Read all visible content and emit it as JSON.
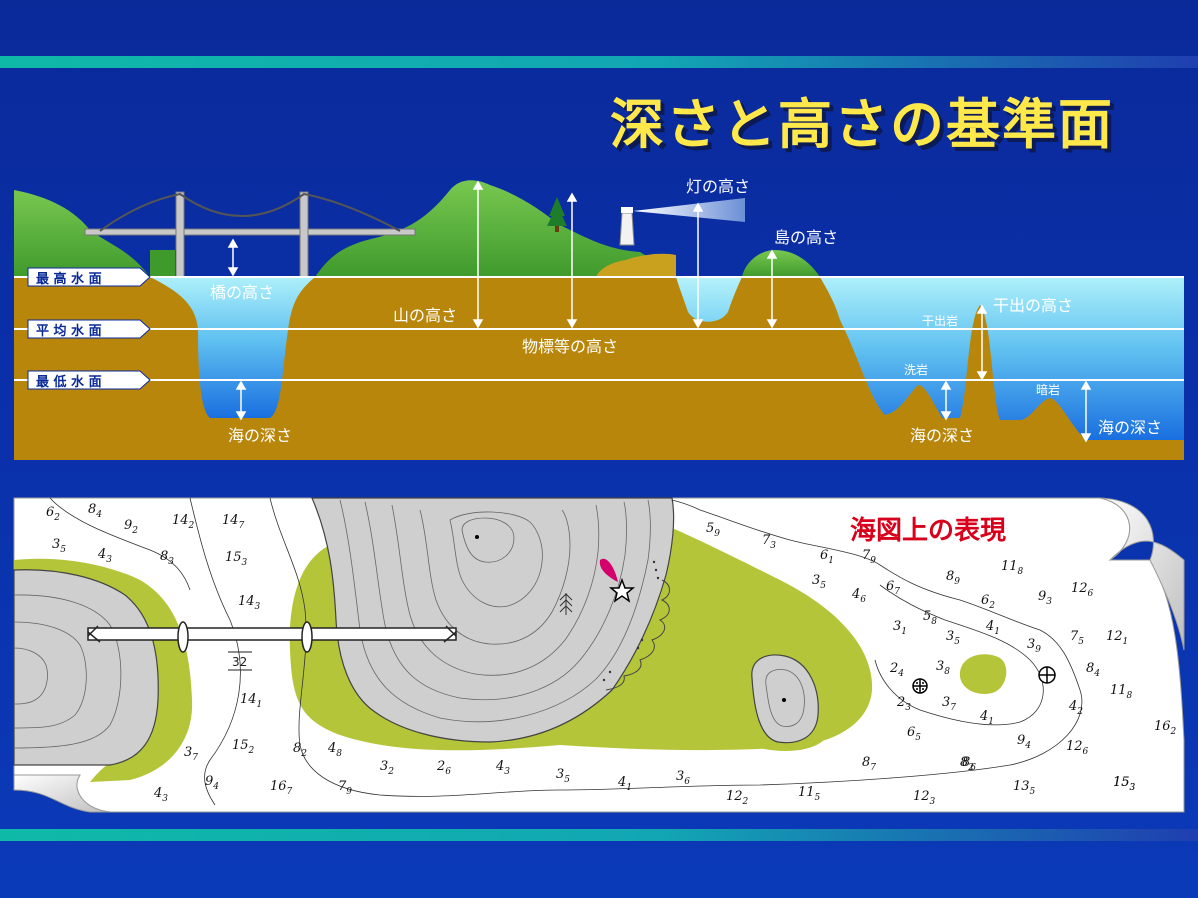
{
  "title": "深さと高さの基準面",
  "colors": {
    "background": "#0b2fa8",
    "stripe": "#12b0b0",
    "title": "#ffe94a",
    "land": "#b8860b",
    "water_light": "#9ee8f5",
    "water_deep": "#1a6fe0",
    "hill": "#5cb83c",
    "chart_land": "#cfcfcf",
    "chart_drying": "#b5c53a",
    "chart_paper": "#ffffff",
    "chart_title": "#d9001b"
  },
  "datum_levels": [
    {
      "key": "highest",
      "label": "最 高 水 面"
    },
    {
      "key": "mean",
      "label": "平 均 水 面"
    },
    {
      "key": "lowest",
      "label": "最 低 水 面"
    }
  ],
  "profile_labels": {
    "light_height": "灯の高さ",
    "island_height": "島の高さ",
    "bridge_height": "橋の高さ",
    "mountain_height": "山の高さ",
    "object_height": "物標等の高さ",
    "drying_height": "干出の高さ",
    "drying_rock": "干出岩",
    "awash_rock": "洗岩",
    "sunken_rock": "暗岩",
    "sea_depth_left": "海の深さ",
    "sea_depth_mid": "海の深さ",
    "sea_depth_right": "海の深さ"
  },
  "chart": {
    "title": "海図上の表現",
    "bridge_clearance": "32",
    "soundings": [
      {
        "v": "6",
        "s": "2"
      },
      {
        "v": "8",
        "s": "4"
      },
      {
        "v": "9",
        "s": "2"
      },
      {
        "v": "14",
        "s": "2"
      },
      {
        "v": "14",
        "s": "7"
      },
      {
        "v": "3",
        "s": "5"
      },
      {
        "v": "4",
        "s": "3"
      },
      {
        "v": "8",
        "s": "3"
      },
      {
        "v": "15",
        "s": "3"
      },
      {
        "v": "14",
        "s": "3"
      },
      {
        "v": "14",
        "s": "1"
      },
      {
        "v": "15",
        "s": "2"
      },
      {
        "v": "3",
        "s": "7"
      },
      {
        "v": "9",
        "s": "4"
      },
      {
        "v": "4",
        "s": "3"
      },
      {
        "v": "8",
        "s": "2"
      },
      {
        "v": "4",
        "s": "8"
      },
      {
        "v": "16",
        "s": "7"
      },
      {
        "v": "7",
        "s": "9"
      },
      {
        "v": "3",
        "s": "2"
      },
      {
        "v": "2",
        "s": "6"
      },
      {
        "v": "4",
        "s": "3"
      },
      {
        "v": "3",
        "s": "5"
      },
      {
        "v": "4",
        "s": "1"
      },
      {
        "v": "3",
        "s": "6"
      },
      {
        "v": "12",
        "s": "2"
      },
      {
        "v": "11",
        "s": "5"
      },
      {
        "v": "12",
        "s": "3"
      },
      {
        "v": "13",
        "s": "5"
      },
      {
        "v": "15",
        "s": "3"
      },
      {
        "v": "5",
        "s": "9"
      },
      {
        "v": "7",
        "s": "3"
      },
      {
        "v": "6",
        "s": "1"
      },
      {
        "v": "7",
        "s": "9"
      },
      {
        "v": "3",
        "s": "5"
      },
      {
        "v": "4",
        "s": "6"
      },
      {
        "v": "6",
        "s": "7"
      },
      {
        "v": "8",
        "s": "9"
      },
      {
        "v": "11",
        "s": "8"
      },
      {
        "v": "5",
        "s": "8"
      },
      {
        "v": "6",
        "s": "2"
      },
      {
        "v": "9",
        "s": "3"
      },
      {
        "v": "12",
        "s": "6"
      },
      {
        "v": "3",
        "s": "1"
      },
      {
        "v": "3",
        "s": "5"
      },
      {
        "v": "4",
        "s": "1"
      },
      {
        "v": "3",
        "s": "9"
      },
      {
        "v": "7",
        "s": "5"
      },
      {
        "v": "12",
        "s": "1"
      },
      {
        "v": "2",
        "s": "4"
      },
      {
        "v": "3",
        "s": "8"
      },
      {
        "v": "8",
        "s": "4"
      },
      {
        "v": "2",
        "s": "3"
      },
      {
        "v": "3",
        "s": "7"
      },
      {
        "v": "4",
        "s": "1"
      },
      {
        "v": "11",
        "s": "8"
      },
      {
        "v": "4",
        "s": "2"
      },
      {
        "v": "8",
        "s": "6"
      },
      {
        "v": "6",
        "s": "5"
      },
      {
        "v": "9",
        "s": "4"
      },
      {
        "v": "12",
        "s": "6"
      },
      {
        "v": "16",
        "s": "2"
      },
      {
        "v": "8",
        "s": "7"
      },
      {
        "v": "8",
        "s": "2"
      },
      {
        "v": "15",
        "s": "3"
      }
    ]
  }
}
